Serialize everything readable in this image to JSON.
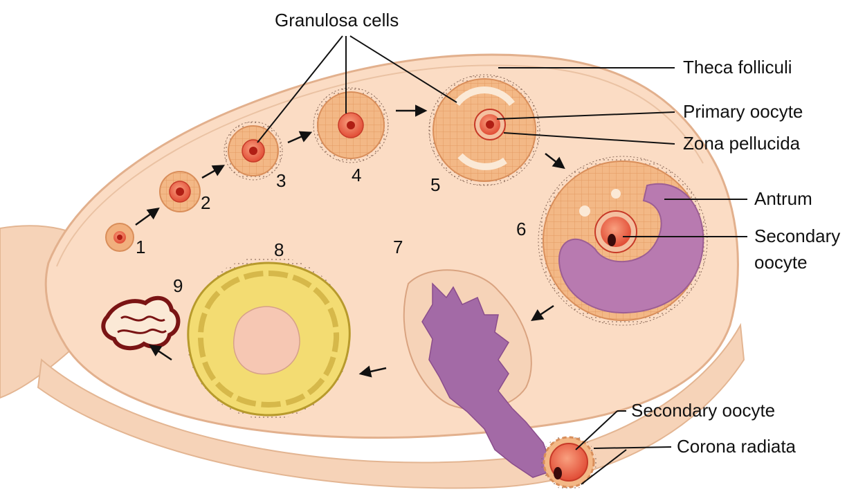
{
  "labels": {
    "granulosa": "Granulosa cells",
    "theca": "Theca folliculi",
    "primary_oocyte": "Primary oocyte",
    "zona": "Zona pellucida",
    "antrum": "Antrum",
    "secondary_oocyte_line1": "Secondary",
    "secondary_oocyte_line2": "oocyte",
    "secondary_oocyte_bottom": "Secondary oocyte",
    "corona": "Corona radiata"
  },
  "stages": [
    "1",
    "2",
    "3",
    "4",
    "5",
    "6",
    "7",
    "8",
    "9"
  ],
  "colors": {
    "ovary_fill": "#fbdcc4",
    "ovary_edge": "#e9bfa0",
    "follicle_cell": "#f0b37f",
    "oocyte": "#e4573f",
    "nucleus": "#b01e14",
    "antrum": "#b87ab0",
    "corpus_luteum": "#f3dc72",
    "corpus_albicans": "#8a1a1a"
  }
}
